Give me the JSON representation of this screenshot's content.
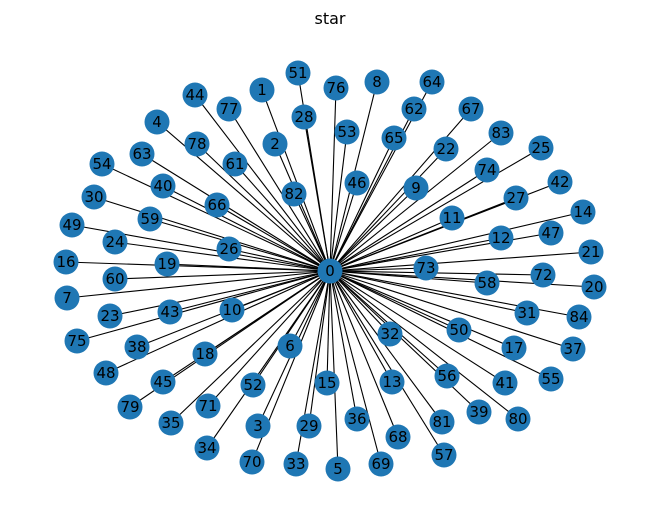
{
  "title": "star",
  "graph": {
    "type": "star",
    "center": "0",
    "nodes": [
      "0",
      "1",
      "2",
      "3",
      "4",
      "5",
      "6",
      "7",
      "8",
      "9",
      "10",
      "11",
      "12",
      "13",
      "14",
      "15",
      "16",
      "17",
      "18",
      "19",
      "20",
      "21",
      "22",
      "23",
      "24",
      "25",
      "26",
      "27",
      "28",
      "29",
      "30",
      "31",
      "32",
      "33",
      "34",
      "35",
      "36",
      "37",
      "38",
      "39",
      "40",
      "41",
      "42",
      "43",
      "44",
      "45",
      "46",
      "47",
      "48",
      "49",
      "50",
      "51",
      "52",
      "53",
      "54",
      "55",
      "56",
      "57",
      "58",
      "59",
      "60",
      "61",
      "62",
      "63",
      "64",
      "65",
      "66",
      "67",
      "68",
      "69",
      "70",
      "71",
      "72",
      "73",
      "74",
      "75",
      "76",
      "77",
      "78",
      "79",
      "80",
      "81",
      "82",
      "83",
      "84"
    ],
    "edges_from_center_to_all_other_nodes": true
  },
  "colors": {
    "node_fill": "#1f77b4",
    "edge": "#000000",
    "label": "#000000"
  }
}
